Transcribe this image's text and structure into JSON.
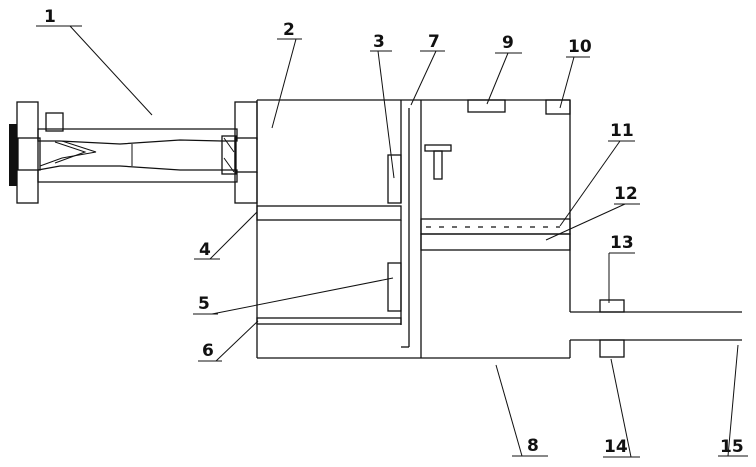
{
  "diagram": {
    "labels": {
      "l1": "1",
      "l2": "2",
      "l3": "3",
      "l4": "4",
      "l5": "5",
      "l6": "6",
      "l7": "7",
      "l8": "8",
      "l9": "9",
      "l10": "10",
      "l11": "11",
      "l12": "12",
      "l13": "13",
      "l14": "14",
      "l15": "15"
    },
    "colors": {
      "line": "#111111",
      "background": "#ffffff"
    }
  }
}
